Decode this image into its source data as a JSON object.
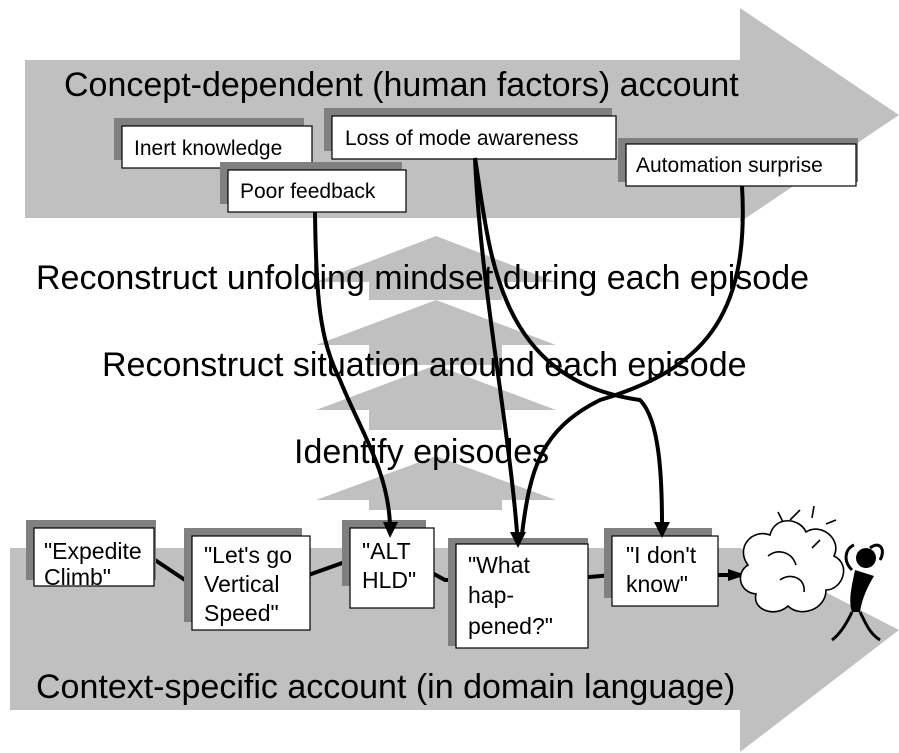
{
  "top_arrow": {
    "title": "Concept-dependent (human factors) account"
  },
  "bottom_arrow": {
    "title": "Context-specific account (in domain language)"
  },
  "steps": {
    "mindset": "Reconstruct unfolding mindset during each episode",
    "situation": "Reconstruct situation around each episode",
    "episodes": "Identify episodes"
  },
  "concepts": {
    "inert": "Inert knowledge",
    "mode": "Loss of mode awareness",
    "feedback": "Poor feedback",
    "surprise": "Automation surprise"
  },
  "events": {
    "expedite": [
      "\"Expedite",
      "Climb\""
    ],
    "vertical": [
      "\"Let's go",
      "Vertical",
      "Speed\""
    ],
    "alt": [
      "\"ALT",
      "HLD\""
    ],
    "what": [
      "\"What",
      "hap-",
      "pened?\""
    ],
    "dont": [
      "\"I don't",
      "know\""
    ]
  },
  "colors": {
    "arrow_fill": "#c0c0c0",
    "box_shadow": "#808080",
    "stroke": "#000000"
  }
}
